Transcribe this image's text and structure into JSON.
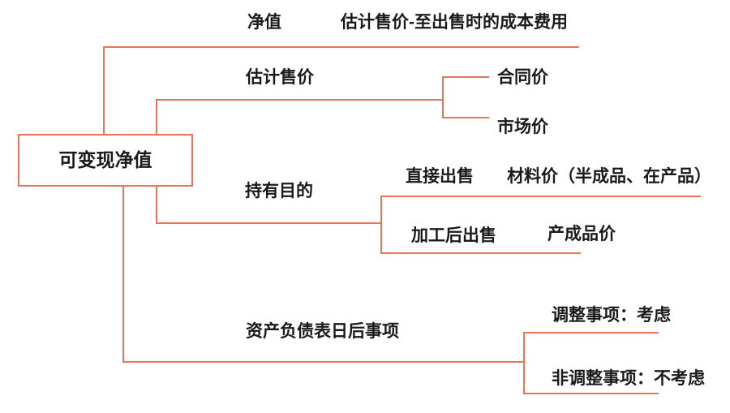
{
  "diagram": {
    "root_label": "可变现净值",
    "branch1": {
      "label": "净值",
      "value": "估计售价-至出售时的成本费用"
    },
    "branch2": {
      "label": "估计售价",
      "child1": "合同价",
      "child2": "市场价"
    },
    "branch3": {
      "label": "持有目的",
      "case1_label": "直接出售",
      "case1_value": "材料价（半成品、在产品）",
      "case2_label": "加工后出售",
      "case2_value": "产成品价"
    },
    "branch4": {
      "label": "资产负债表日后事项",
      "child1": "调整事项：考虑",
      "child2": "非调整事项：不考虑"
    },
    "colors": {
      "line": "#E9745A",
      "text": "#1A1A1A",
      "background": "#FFFFFF"
    }
  }
}
